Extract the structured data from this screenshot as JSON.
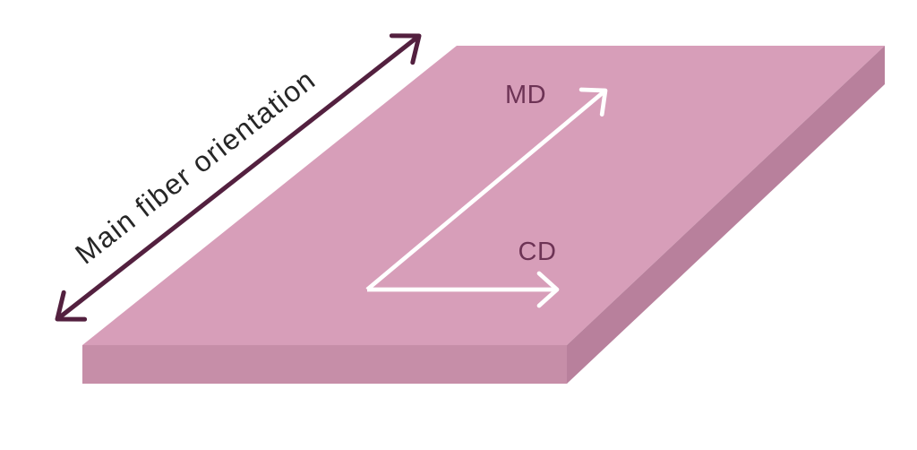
{
  "labels": {
    "fiber_orientation": "Main fiber orientation",
    "machine_direction": "MD",
    "cross_direction": "CD"
  },
  "colors": {
    "background": "#ffffff",
    "sheet_top": "#d79eb9",
    "sheet_front": "#c68ea8",
    "sheet_right": "#b8809c",
    "fiber_arrow": "#53203f",
    "direction_arrow": "#ffffff",
    "direction_label_text": "#6d3355",
    "fiber_label_text": "#262626"
  }
}
